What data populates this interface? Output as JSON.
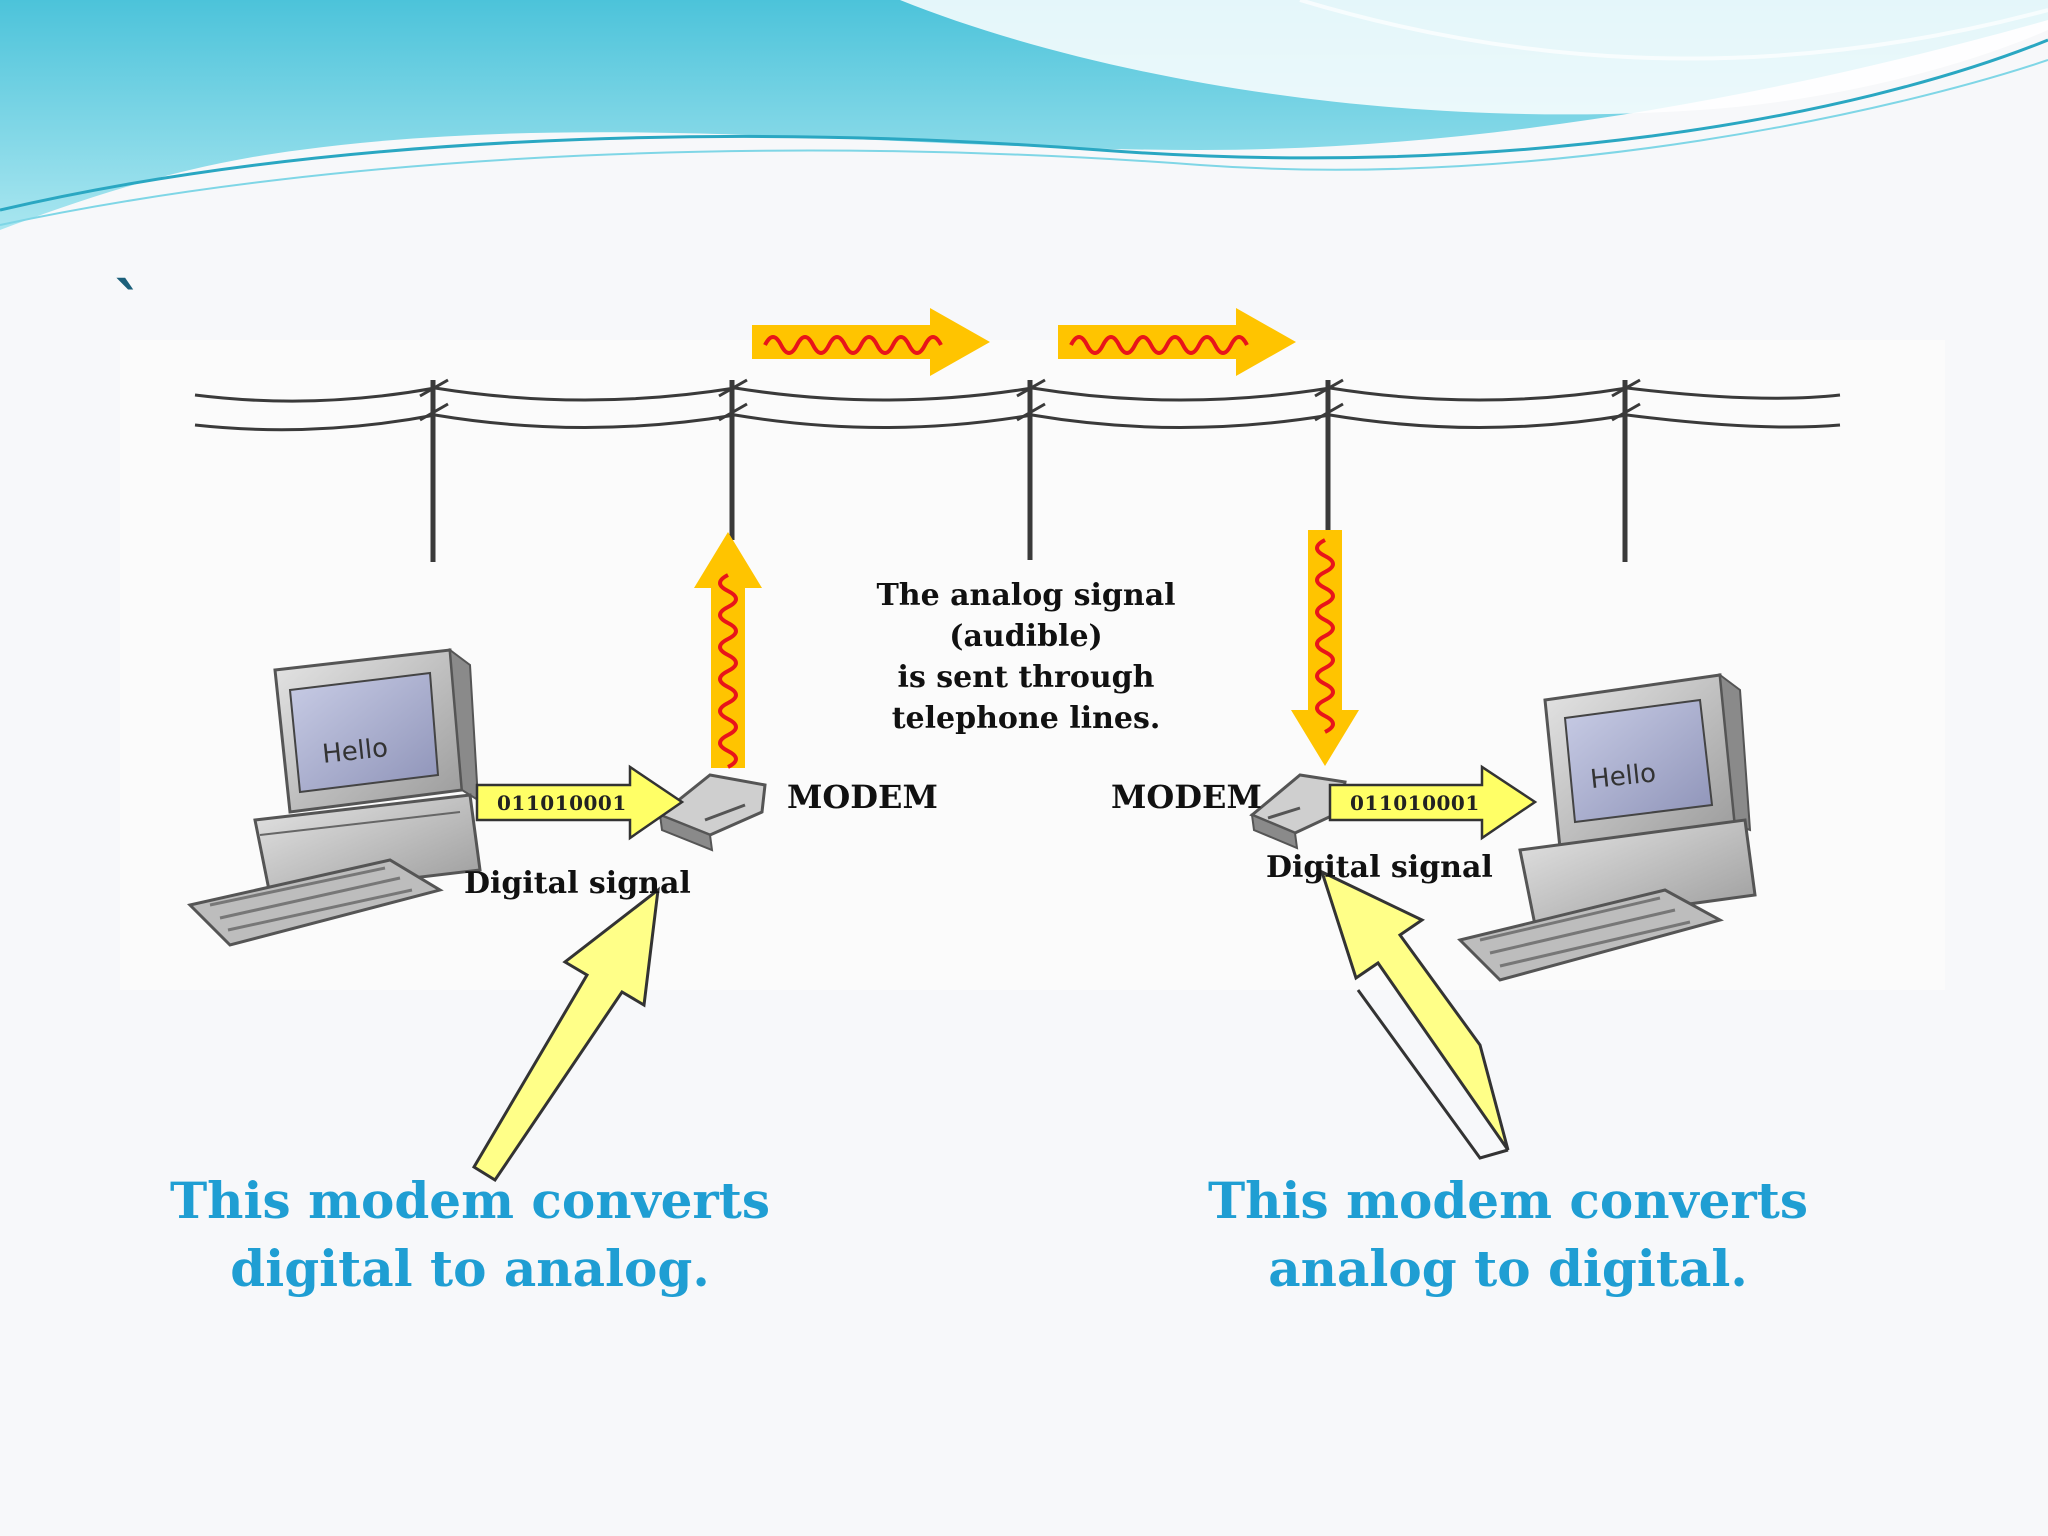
{
  "slide": {
    "stray_mark": "`"
  },
  "diagram": {
    "modem_left_label": "MODEM",
    "modem_right_label": "MODEM",
    "binary_left": "011010001",
    "binary_right": "011010001",
    "digital_signal_left": "Digital signal",
    "digital_signal_right": "Digital signal",
    "screen_text_left": "Hello",
    "screen_text_right": "Hello",
    "analog_note": {
      "line1": "The analog signal",
      "line2": "(audible)",
      "line3": "is sent through",
      "line4": "telephone lines."
    }
  },
  "captions": {
    "left_line1": "This modem converts",
    "left_line2": "digital to analog.",
    "right_line1": "This modem converts",
    "right_line2": "analog to digital."
  },
  "colors": {
    "caption": "#1f9ed3",
    "arrow_fill": "#ffd000",
    "pointer_fill": "#ffff88",
    "wave": "#e8141a",
    "header_wave": "#5ccbe0"
  }
}
